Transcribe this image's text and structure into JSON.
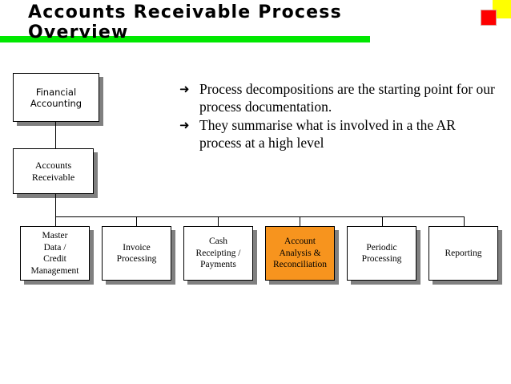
{
  "slide": {
    "title": "Accounts Receivable Process\nOverview",
    "accent_green": "#00e800",
    "corner_yellow": "#ffff00",
    "corner_red": "#fe0000",
    "highlight_orange": "#f7941e",
    "shadow_gray": "#808080"
  },
  "bullets": [
    {
      "marker": "➜",
      "text": "Process decompositions are the starting point for our process documentation."
    },
    {
      "marker": "➜",
      "text": "They summarise what is involved in a the AR process at a high level"
    }
  ],
  "tree": {
    "root": {
      "label": "Financial\nAccounting"
    },
    "level2": {
      "label": "Accounts\nReceivable"
    },
    "leaves": [
      {
        "label": "Master\nData /\nCredit\nManagement",
        "highlighted": false
      },
      {
        "label": "Invoice\nProcessing",
        "highlighted": false
      },
      {
        "label": "Cash\nReceipting /\nPayments",
        "highlighted": false
      },
      {
        "label": "Account\nAnalysis &\nReconciliation",
        "highlighted": true
      },
      {
        "label": "Periodic\nProcessing",
        "highlighted": false
      },
      {
        "label": "Reporting",
        "highlighted": false
      }
    ]
  }
}
